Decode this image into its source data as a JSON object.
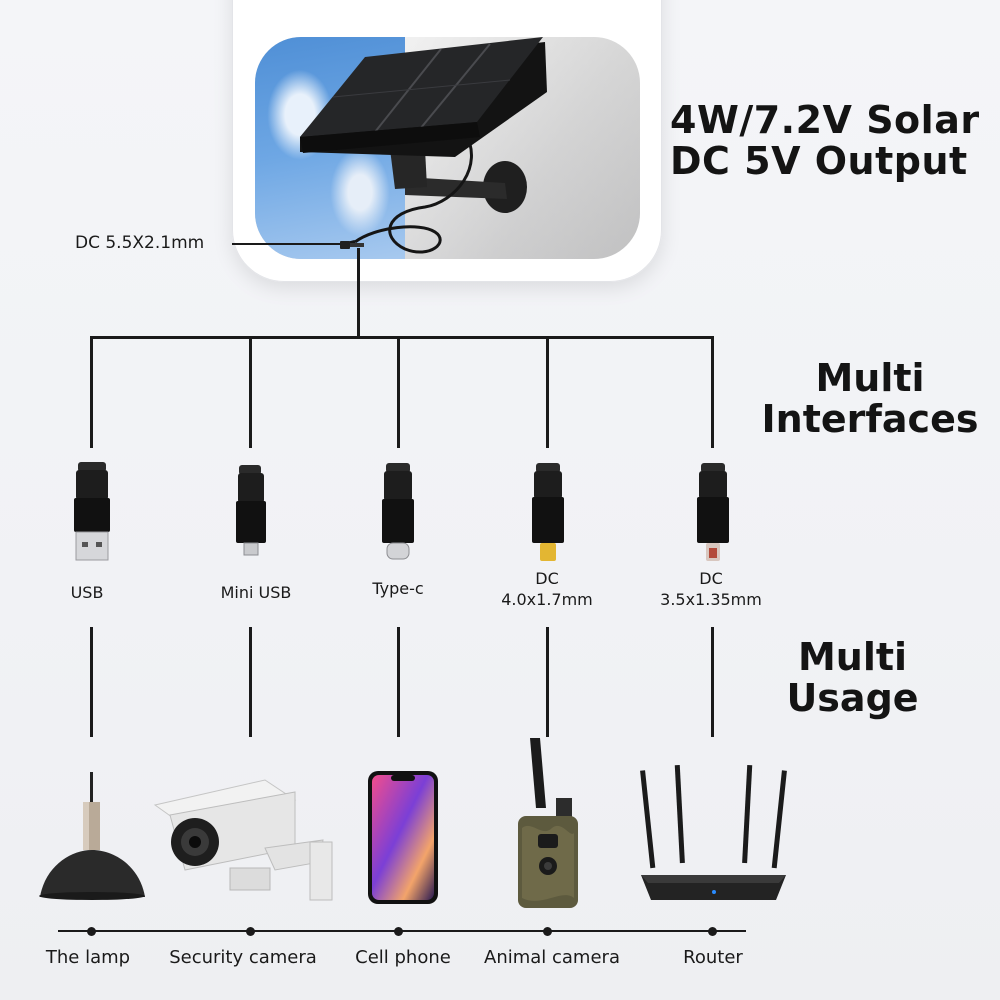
{
  "header": {
    "title_line1": "4W/7.2V Solar",
    "title_line2": "DC 5V Output"
  },
  "product": {
    "input_connector_label": "DC 5.5X2.1mm"
  },
  "interfaces_heading": {
    "line1": "Multi",
    "line2": "Interfaces"
  },
  "usage_heading": {
    "line1": "Multi",
    "line2": "Usage"
  },
  "connectors": [
    {
      "name": "USB",
      "line2": ""
    },
    {
      "name": "Mini USB",
      "line2": ""
    },
    {
      "name": "Type-c",
      "line2": ""
    },
    {
      "name": "DC",
      "line2": "4.0x1.7mm"
    },
    {
      "name": "DC",
      "line2": "3.5x1.35mm"
    }
  ],
  "devices": [
    {
      "name": "The lamp"
    },
    {
      "name": "Security camera"
    },
    {
      "name": "Cell phone"
    },
    {
      "name": "Animal camera"
    },
    {
      "name": "Router"
    }
  ],
  "colors": {
    "line": "#1a1a1a",
    "heading": "#141414",
    "sky": "#5b98dc",
    "panel": "#1c1c1e"
  }
}
